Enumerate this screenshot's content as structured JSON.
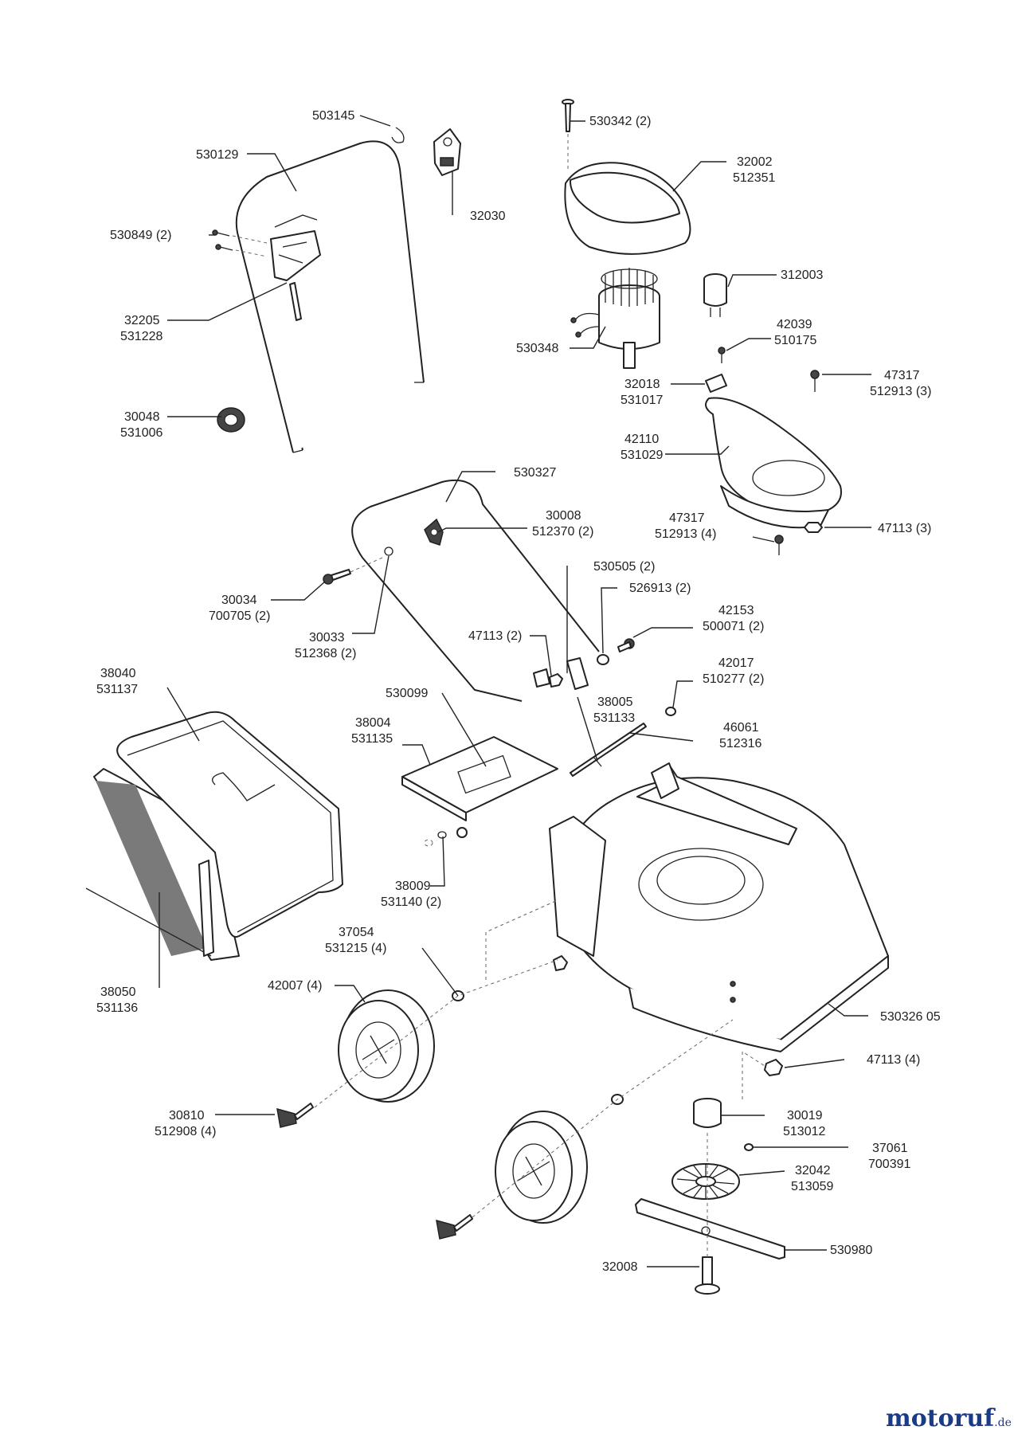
{
  "labels": {
    "p503145": "503145",
    "p530129": "530129",
    "p530849": "530849 (2)",
    "p32030": "32030",
    "p32205_a": "32205",
    "p32205_b": "531228",
    "p30048_a": "30048",
    "p30048_b": "531006",
    "p530342": "530342 (2)",
    "p32002_a": "32002",
    "p32002_b": "512351",
    "p312003": "312003",
    "p42039_a": "42039",
    "p42039_b": "510175",
    "p530348": "530348",
    "p32018_a": "32018",
    "p32018_b": "531017",
    "p47317t_a": "47317",
    "p47317t_b": "512913 (3)",
    "p42110_a": "42110",
    "p42110_b": "531029",
    "p530327": "530327",
    "p30008_a": "30008",
    "p30008_b": "512370 (2)",
    "p47317m_a": "47317",
    "p47317m_b": "512913 (4)",
    "p47113_3": "47113 (3)",
    "p530505": "530505 (2)",
    "p526913": "526913 (2)",
    "p30034_a": "30034",
    "p30034_b": "700705 (2)",
    "p42153_a": "42153",
    "p42153_b": "500071 (2)",
    "p30033_a": "30033",
    "p30033_b": "512368 (2)",
    "p47113_2": "47113 (2)",
    "p42017_a": "42017",
    "p42017_b": "510277 (2)",
    "p38040_a": "38040",
    "p38040_b": "531137",
    "p530099": "530099",
    "p38005_a": "38005",
    "p38005_b": "531133",
    "p38004_a": "38004",
    "p38004_b": "531135",
    "p46061_a": "46061",
    "p46061_b": "512316",
    "p38009_a": "38009",
    "p38009_b": "531140 (2)",
    "p37054_a": "37054",
    "p37054_b": "531215 (4)",
    "p42007": "42007 (4)",
    "p38050_a": "38050",
    "p38050_b": "531136",
    "p530326": "530326 05",
    "p47113_4": "47113 (4)",
    "p30810_a": "30810",
    "p30810_b": "512908 (4)",
    "p30019_a": "30019",
    "p30019_b": "513012",
    "p37061_a": "37061",
    "p37061_b": "700391",
    "p32042_a": "32042",
    "p32042_b": "513059",
    "p530980": "530980",
    "p32008": "32008"
  },
  "watermark": {
    "brand_main": "motoruf",
    "brand_tld": ".de"
  }
}
